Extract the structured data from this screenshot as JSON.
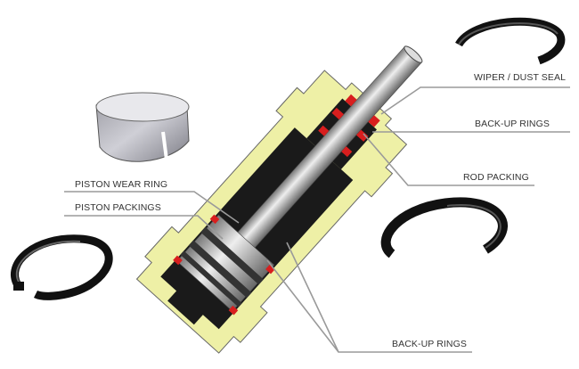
{
  "labels": {
    "wiper_dust_seal": "WIPER / DUST SEAL",
    "backup_rings_top": "BACK-UP RINGS",
    "rod_packing": "ROD PACKING",
    "piston_wear_ring": "PISTON WEAR RING",
    "piston_packings": "PISTON PACKINGS",
    "backup_rings_bottom": "BACK-UP RINGS"
  },
  "colors": {
    "body": "#eef0a6",
    "bore": "#1a1a1a",
    "seal": "#d81e1e",
    "metal": "#b8b8b8",
    "leader": "#9a9a9a"
  }
}
